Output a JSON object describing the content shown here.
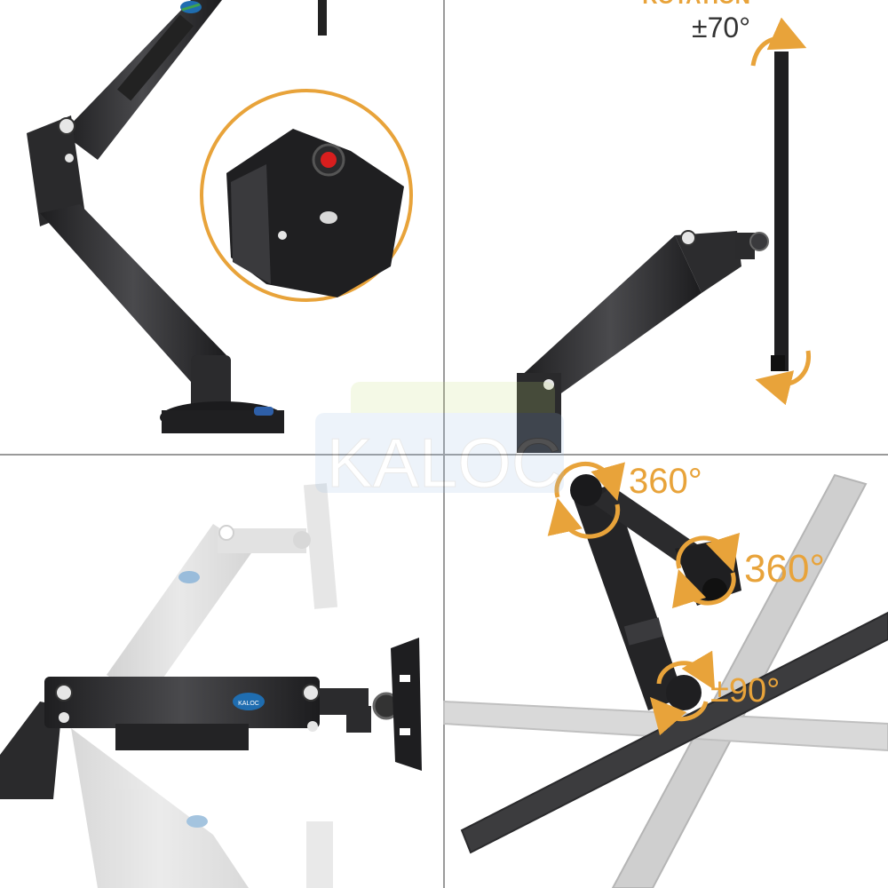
{
  "watermark": {
    "brand": "KALOC"
  },
  "arm_badge": {
    "text": "KALOC"
  },
  "panel_rotation": {
    "heading": "ROTATION",
    "value": "±70°"
  },
  "panel_swivel": {
    "label_top": "360°",
    "label_right": "360°",
    "label_tilt": "±90°"
  },
  "colors": {
    "accent_orange": "#E8A33A",
    "arm_dark": "#2f2f31",
    "arm_light": "#b9b9b9",
    "grid_line": "#9a9a9a",
    "badge_green": "#3fa34d",
    "red_button": "#d81e1e"
  }
}
